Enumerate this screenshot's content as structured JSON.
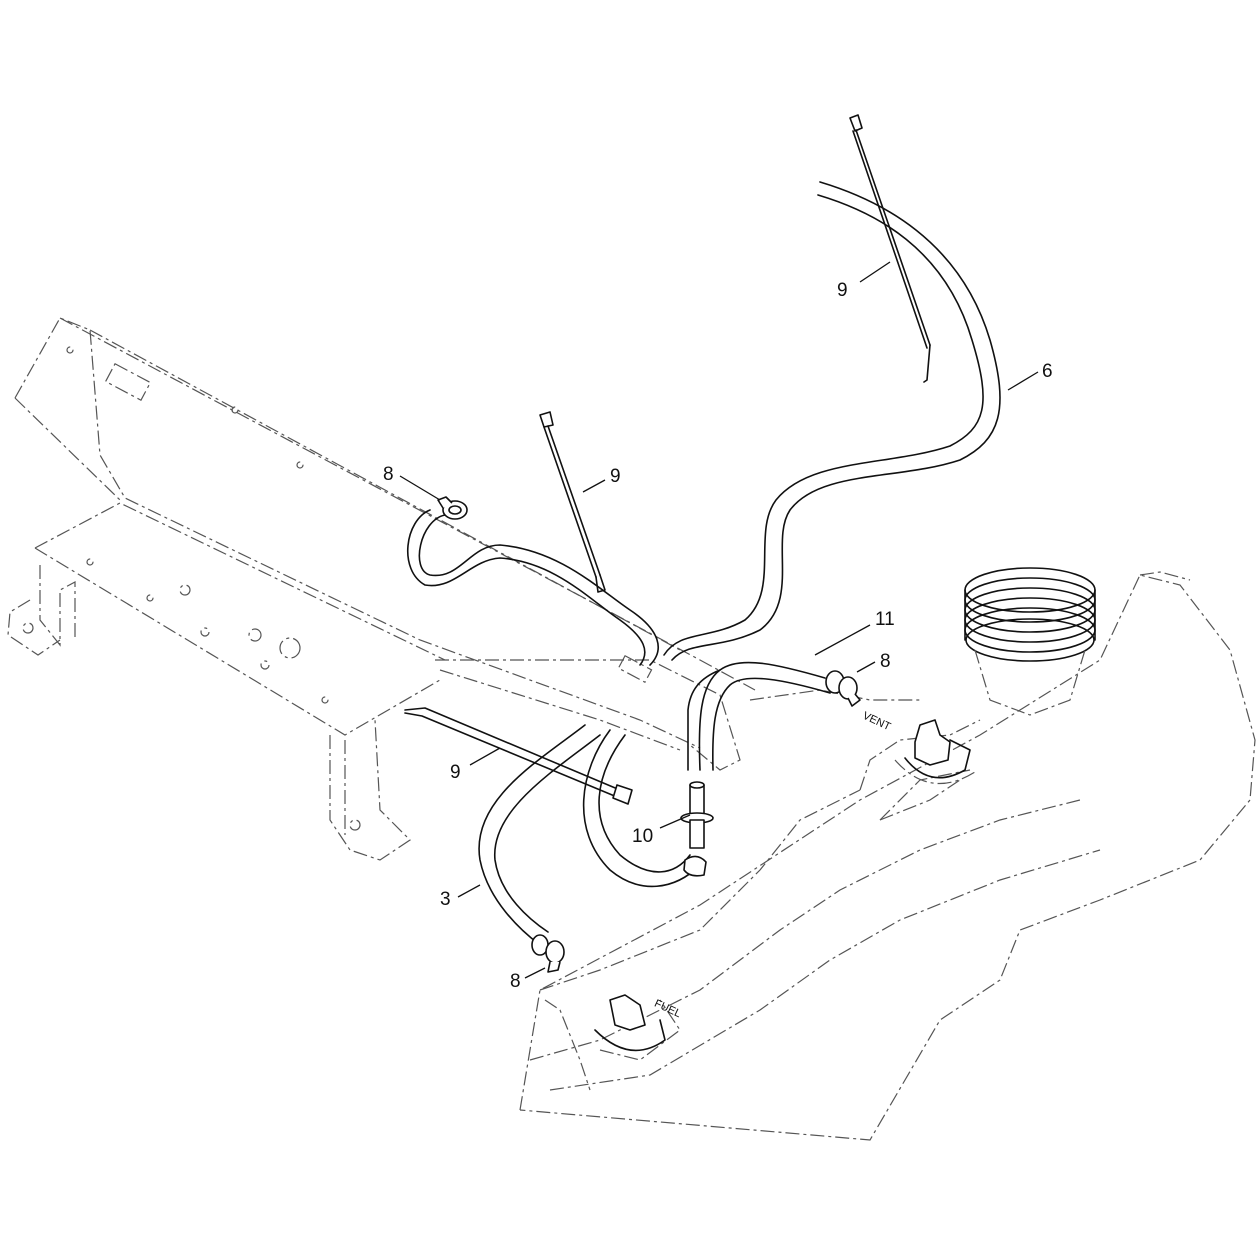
{
  "diagram": {
    "callouts": [
      {
        "id": "c-9-top",
        "label": "9"
      },
      {
        "id": "c-6",
        "label": "6"
      },
      {
        "id": "c-8-left",
        "label": "8"
      },
      {
        "id": "c-9-mid",
        "label": "9"
      },
      {
        "id": "c-11",
        "label": "11"
      },
      {
        "id": "c-8-right",
        "label": "8"
      },
      {
        "id": "c-9-low",
        "label": "9"
      },
      {
        "id": "c-10",
        "label": "10"
      },
      {
        "id": "c-3",
        "label": "3"
      },
      {
        "id": "c-8-bottom",
        "label": "8"
      }
    ],
    "tank_markings": {
      "vent": "VENT",
      "fuel": "FUEL"
    }
  }
}
